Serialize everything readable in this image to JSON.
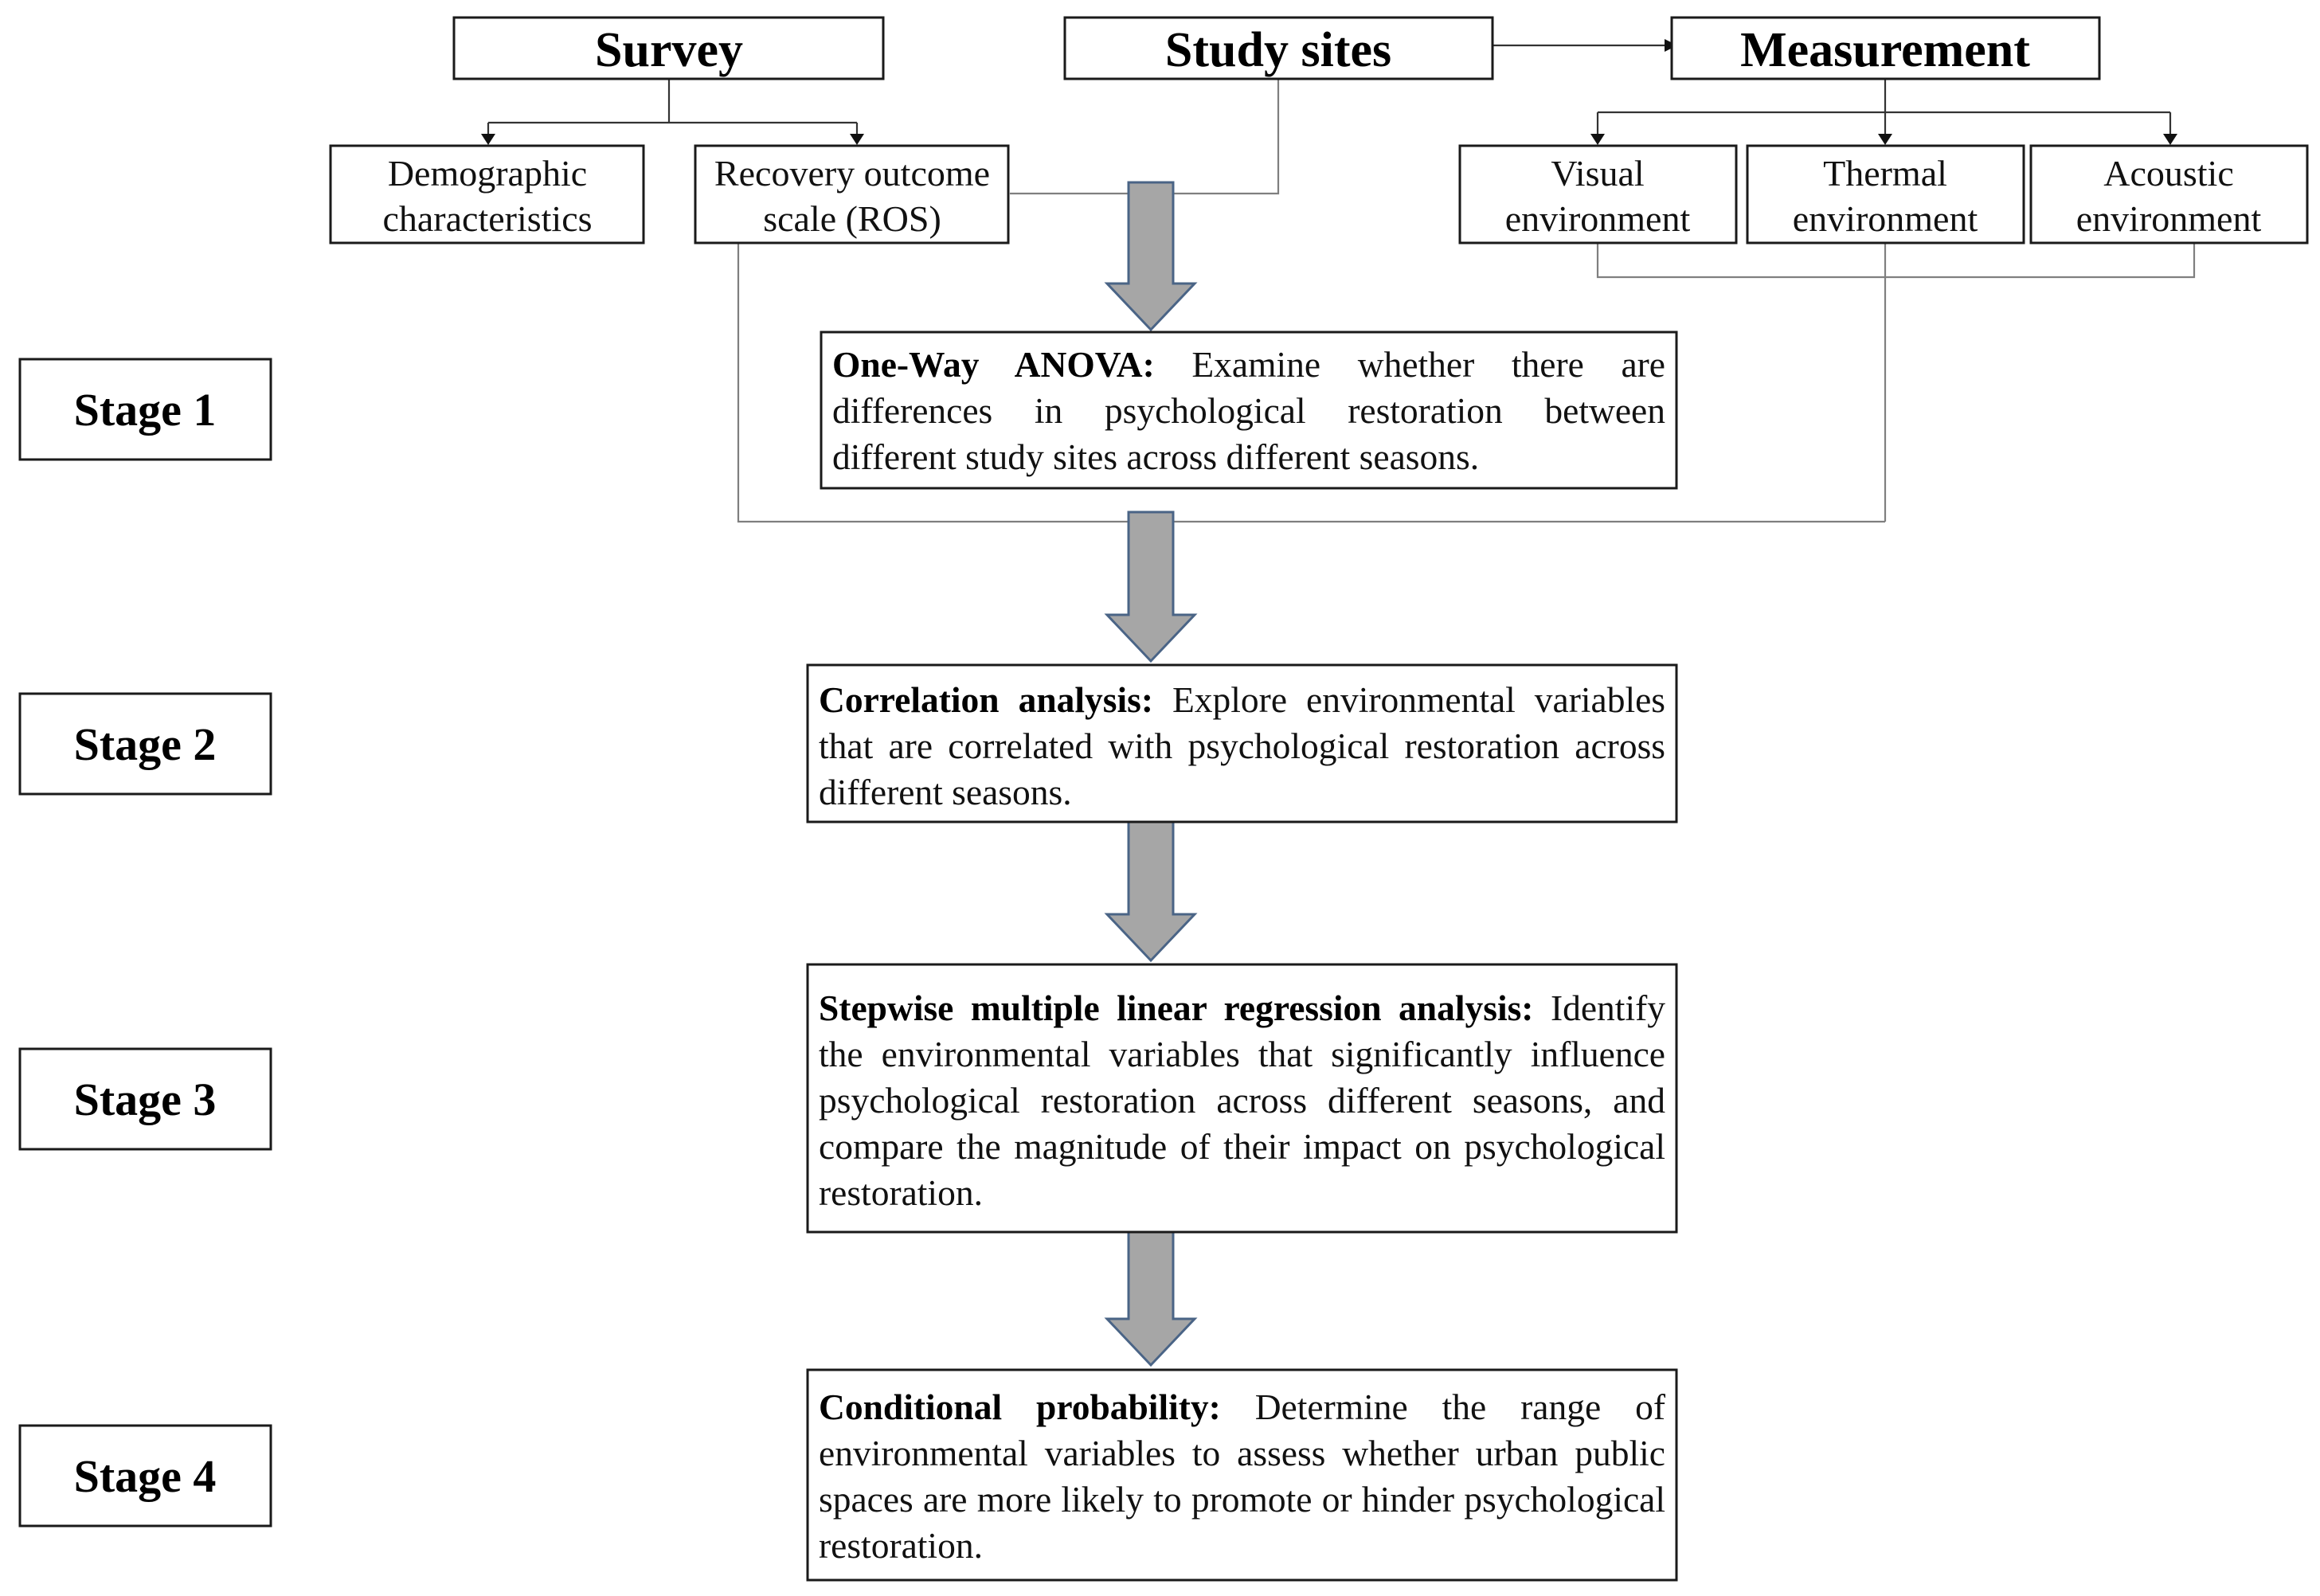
{
  "top": {
    "survey": "Survey",
    "study_sites": "Study sites",
    "measurement": "Measurement"
  },
  "survey_items": {
    "demographic": [
      "Demographic",
      "characteristics"
    ],
    "ros": [
      "Recovery outcome",
      "scale (ROS)"
    ]
  },
  "measurement_items": {
    "visual": [
      "Visual",
      "environment"
    ],
    "thermal": [
      "Thermal",
      "environment"
    ],
    "acoustic": [
      "Acoustic",
      "environment"
    ]
  },
  "stages": [
    {
      "label": "Stage 1",
      "method": "One-Way ANOVA:",
      "text": " Examine whether there are differences in psychological restoration between different study sites across different seasons."
    },
    {
      "label": "Stage 2",
      "method": "Correlation analysis:",
      "text": " Explore environmental variables that are correlated with psychological restoration across different seasons."
    },
    {
      "label": "Stage 3",
      "method": "Stepwise multiple linear regression analysis:",
      "text": " Identify the environmental variables that significantly influence psychological restoration across different seasons, and compare the magnitude of their impact on psychological restoration."
    },
    {
      "label": "Stage 4",
      "method": "Conditional probability:",
      "text": " Determine the range of environmental variables to assess whether urban public spaces are more likely to promote or hinder psychological restoration."
    }
  ]
}
